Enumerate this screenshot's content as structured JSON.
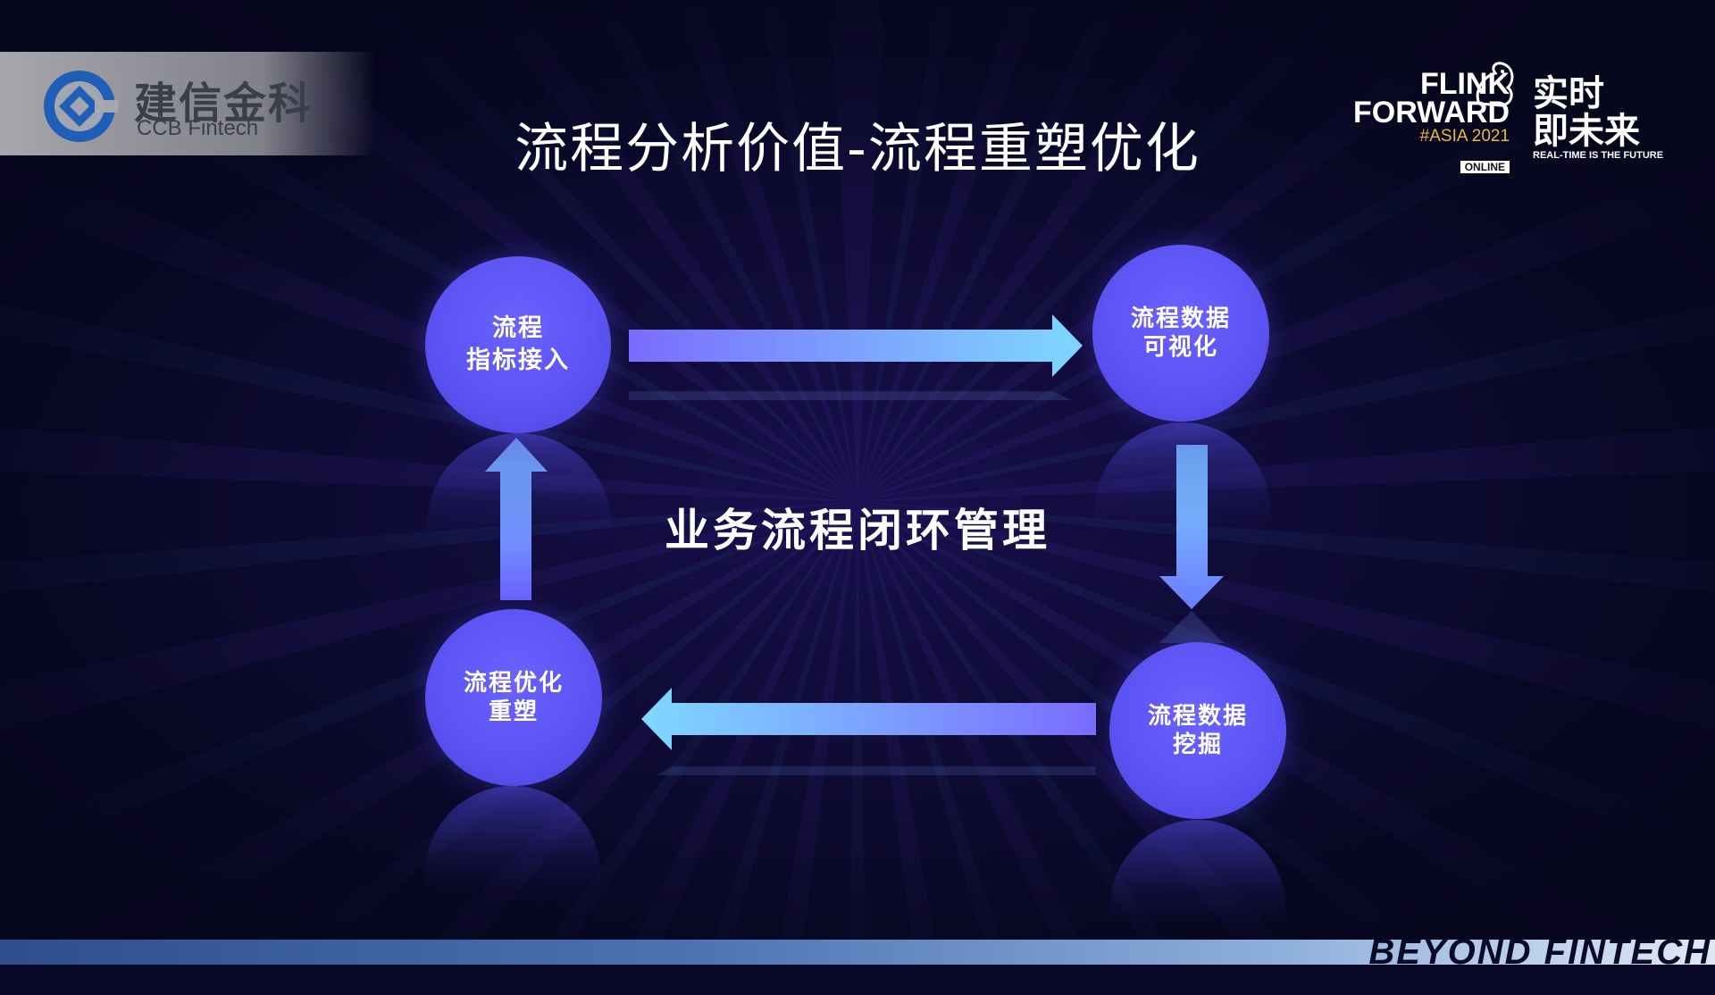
{
  "header": {
    "company_cn": "建信金科",
    "company_en": "CCB Fintech",
    "title": "流程分析价值-流程重塑优化"
  },
  "event": {
    "name_line1": "FLINK",
    "name_line2": "FORWARD",
    "edition": "#ASIA 2021",
    "mode": "ONLINE",
    "slogan_cn_line1": "实时",
    "slogan_cn_line2": "即未来",
    "slogan_en": "REAL-TIME IS THE FUTURE"
  },
  "diagram": {
    "center_label": "业务流程闭环管理",
    "nodes": [
      {
        "id": "access",
        "line1": "流程",
        "line2": "指标接入"
      },
      {
        "id": "visualize",
        "line1": "流程数据",
        "line2": "可视化"
      },
      {
        "id": "mining",
        "line1": "流程数据",
        "line2": "挖掘"
      },
      {
        "id": "optimize",
        "line1": "流程优化",
        "line2": "重塑"
      }
    ],
    "edges": [
      {
        "from": "access",
        "to": "visualize"
      },
      {
        "from": "visualize",
        "to": "mining"
      },
      {
        "from": "mining",
        "to": "optimize"
      },
      {
        "from": "optimize",
        "to": "access"
      }
    ]
  },
  "footer": {
    "slogan": "BEYOND FINTECH"
  },
  "colors": {
    "node": "#5b52f2",
    "arrow_start": "#7a6cff",
    "arrow_end": "#7fd8ff"
  }
}
